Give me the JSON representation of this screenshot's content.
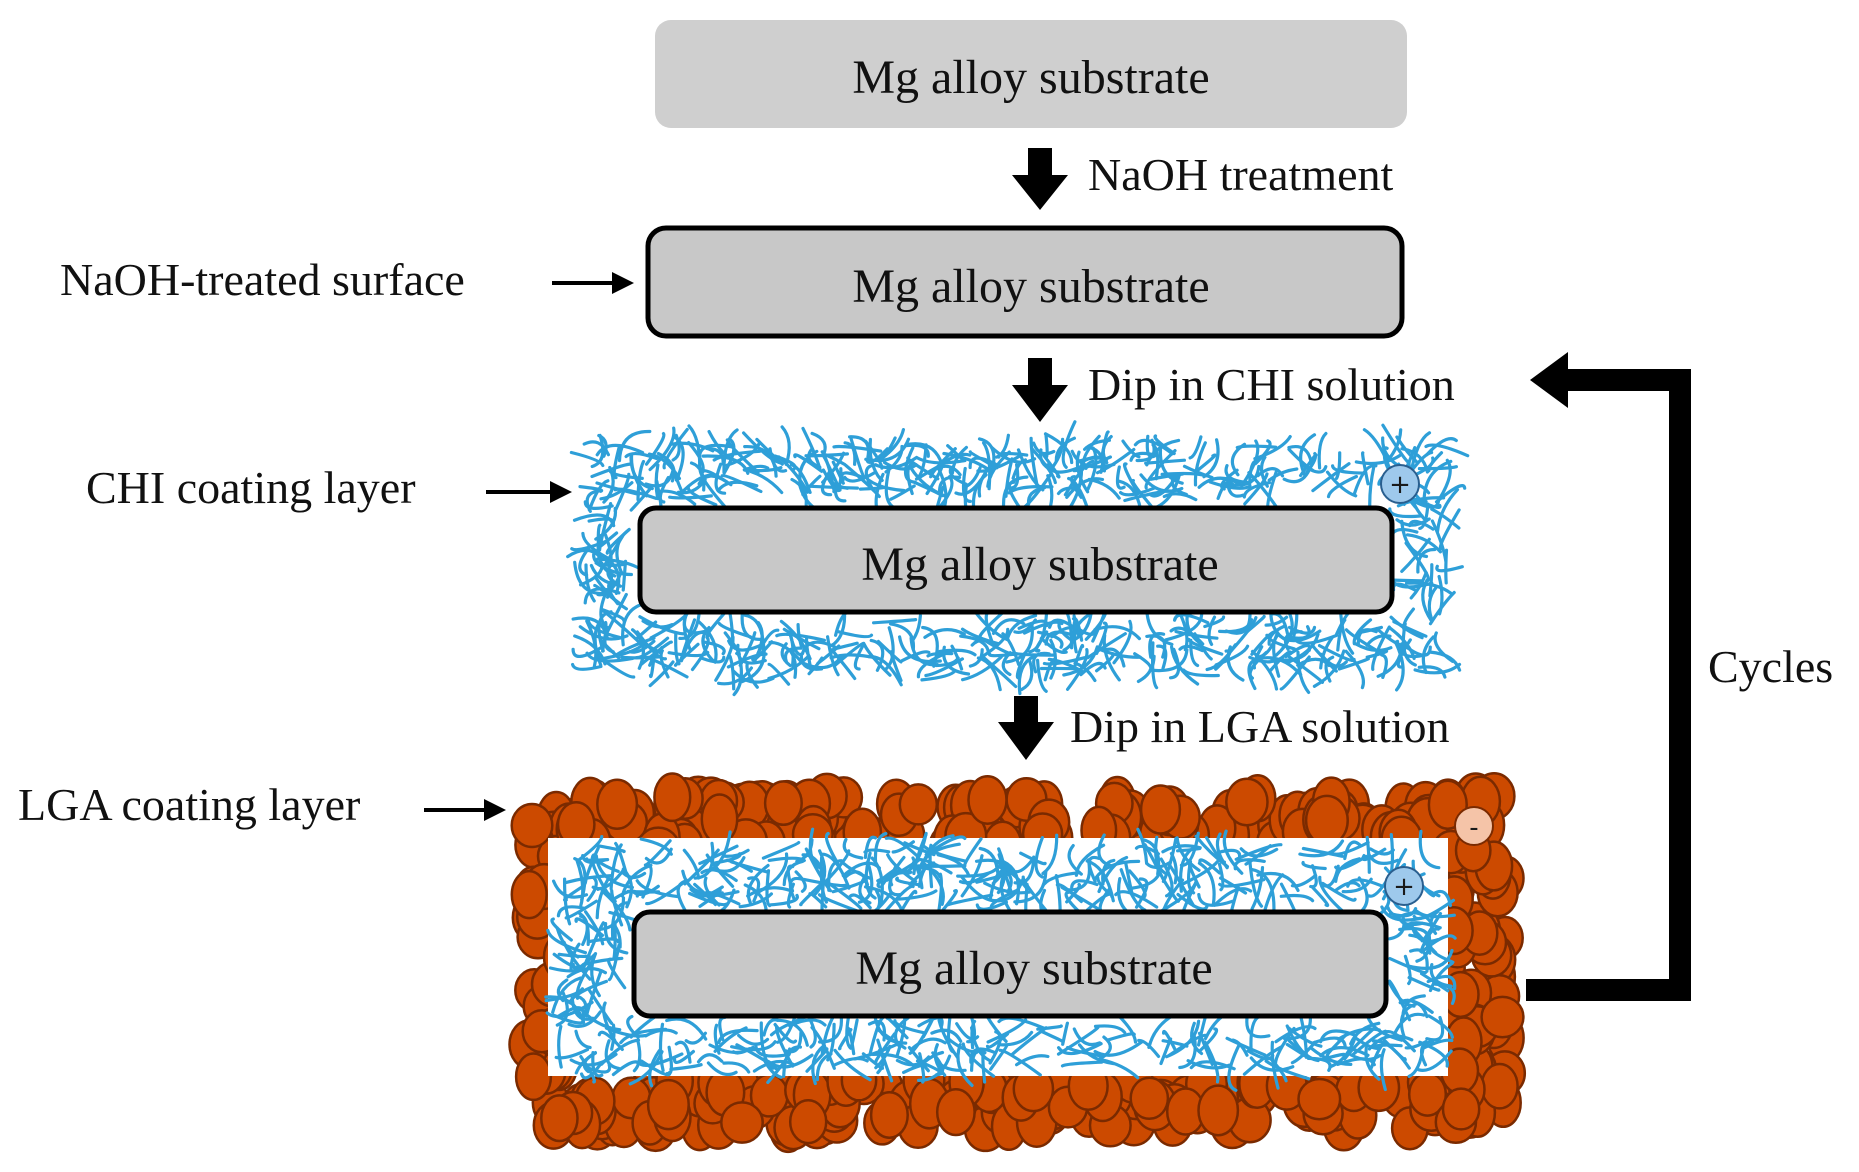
{
  "stages": [
    {
      "substrate_label": "Mg alloy substrate"
    },
    {
      "substrate_label": "Mg alloy substrate"
    },
    {
      "substrate_label": "Mg alloy substrate"
    },
    {
      "substrate_label": "Mg alloy substrate"
    }
  ],
  "steps": [
    "NaOH treatment",
    "Dip in CHI solution",
    "Dip in LGA solution"
  ],
  "side_labels": {
    "naoh_surface": "NaOH-treated surface",
    "chi_layer": "CHI coating layer",
    "lga_layer": "LGA coating layer"
  },
  "cycles_label": "Cycles",
  "charges": {
    "chi": "+",
    "lga": "-"
  },
  "colors": {
    "substrate_fill": "#c8c8c8",
    "chi_fiber": "#2e9fd8",
    "lga_particle": "#cc4a00",
    "lga_particle_edge": "#7a2a00",
    "positive_charge_fill": "#9ec9ec",
    "negative_charge_fill": "#f5c4a8"
  }
}
